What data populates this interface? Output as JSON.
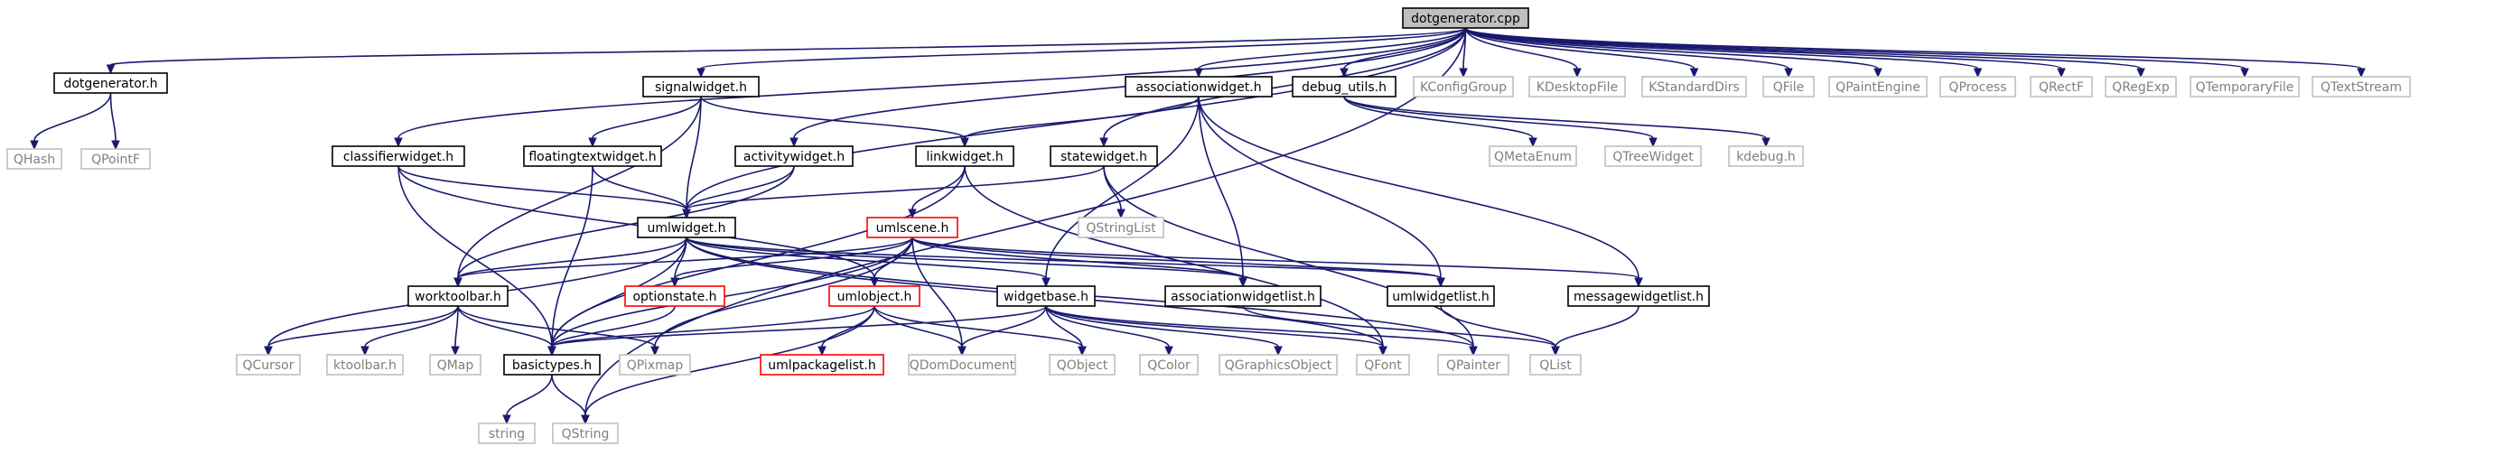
{
  "colors": {
    "edge": "#191970",
    "root_fill": "#bfbfbf",
    "node_border": "#000000",
    "external_border": "#bfbfbf",
    "truncated_border": "#ff0000",
    "external_text": "#808080",
    "node_text": "#000000"
  },
  "nodes": [
    {
      "id": "dotgenerator_cpp",
      "label": "dotgenerator.cpp",
      "kind": "root"
    },
    {
      "id": "dotgenerator_h",
      "label": "dotgenerator.h",
      "kind": "internal"
    },
    {
      "id": "signalwidget_h",
      "label": "signalwidget.h",
      "kind": "internal"
    },
    {
      "id": "associationwidget_h",
      "label": "associationwidget.h",
      "kind": "internal"
    },
    {
      "id": "debug_utils_h",
      "label": "debug_utils.h",
      "kind": "internal"
    },
    {
      "id": "KConfigGroup",
      "label": "KConfigGroup",
      "kind": "external"
    },
    {
      "id": "KDesktopFile",
      "label": "KDesktopFile",
      "kind": "external"
    },
    {
      "id": "KStandardDirs",
      "label": "KStandardDirs",
      "kind": "external"
    },
    {
      "id": "QFile",
      "label": "QFile",
      "kind": "external"
    },
    {
      "id": "QPaintEngine",
      "label": "QPaintEngine",
      "kind": "external"
    },
    {
      "id": "QProcess",
      "label": "QProcess",
      "kind": "external"
    },
    {
      "id": "QRectF",
      "label": "QRectF",
      "kind": "external"
    },
    {
      "id": "QRegExp",
      "label": "QRegExp",
      "kind": "external"
    },
    {
      "id": "QTemporaryFile",
      "label": "QTemporaryFile",
      "kind": "external"
    },
    {
      "id": "QTextStream",
      "label": "QTextStream",
      "kind": "external"
    },
    {
      "id": "QHash",
      "label": "QHash",
      "kind": "external"
    },
    {
      "id": "QPointF",
      "label": "QPointF",
      "kind": "external"
    },
    {
      "id": "classifierwidget_h",
      "label": "classifierwidget.h",
      "kind": "internal"
    },
    {
      "id": "floatingtextwidget_h",
      "label": "floatingtextwidget.h",
      "kind": "internal"
    },
    {
      "id": "activitywidget_h",
      "label": "activitywidget.h",
      "kind": "internal"
    },
    {
      "id": "linkwidget_h",
      "label": "linkwidget.h",
      "kind": "internal"
    },
    {
      "id": "statewidget_h",
      "label": "statewidget.h",
      "kind": "internal"
    },
    {
      "id": "QMetaEnum",
      "label": "QMetaEnum",
      "kind": "external"
    },
    {
      "id": "QTreeWidget",
      "label": "QTreeWidget",
      "kind": "external"
    },
    {
      "id": "kdebug_h",
      "label": "kdebug.h",
      "kind": "external"
    },
    {
      "id": "umlscene_h",
      "label": "umlscene.h",
      "kind": "truncated"
    },
    {
      "id": "QStringList",
      "label": "QStringList",
      "kind": "external"
    },
    {
      "id": "umlwidget_h",
      "label": "umlwidget.h",
      "kind": "internal"
    },
    {
      "id": "worktoolbar_h",
      "label": "worktoolbar.h",
      "kind": "internal"
    },
    {
      "id": "optionstate_h",
      "label": "optionstate.h",
      "kind": "truncated"
    },
    {
      "id": "umlobject_h",
      "label": "umlobject.h",
      "kind": "truncated"
    },
    {
      "id": "widgetbase_h",
      "label": "widgetbase.h",
      "kind": "internal"
    },
    {
      "id": "associationwidgetlist_h",
      "label": "associationwidgetlist.h",
      "kind": "internal"
    },
    {
      "id": "umlwidgetlist_h",
      "label": "umlwidgetlist.h",
      "kind": "internal"
    },
    {
      "id": "messagewidgetlist_h",
      "label": "messagewidgetlist.h",
      "kind": "internal"
    },
    {
      "id": "QCursor",
      "label": "QCursor",
      "kind": "external"
    },
    {
      "id": "ktoolbar_h",
      "label": "ktoolbar.h",
      "kind": "external"
    },
    {
      "id": "QMap",
      "label": "QMap",
      "kind": "external"
    },
    {
      "id": "basictypes_h",
      "label": "basictypes.h",
      "kind": "internal"
    },
    {
      "id": "QPixmap",
      "label": "QPixmap",
      "kind": "external"
    },
    {
      "id": "umlpackagelist_h",
      "label": "umlpackagelist.h",
      "kind": "truncated"
    },
    {
      "id": "QDomDocument",
      "label": "QDomDocument",
      "kind": "external"
    },
    {
      "id": "QObject",
      "label": "QObject",
      "kind": "external"
    },
    {
      "id": "QColor",
      "label": "QColor",
      "kind": "external"
    },
    {
      "id": "QGraphicsObject",
      "label": "QGraphicsObject",
      "kind": "external"
    },
    {
      "id": "QFont",
      "label": "QFont",
      "kind": "external"
    },
    {
      "id": "QPainter",
      "label": "QPainter",
      "kind": "external"
    },
    {
      "id": "QList",
      "label": "QList",
      "kind": "external"
    },
    {
      "id": "string",
      "label": "string",
      "kind": "external"
    },
    {
      "id": "QString",
      "label": "QString",
      "kind": "external"
    }
  ],
  "edges": [
    [
      "dotgenerator_cpp",
      "dotgenerator_h"
    ],
    [
      "dotgenerator_cpp",
      "signalwidget_h"
    ],
    [
      "dotgenerator_cpp",
      "associationwidget_h"
    ],
    [
      "dotgenerator_cpp",
      "debug_utils_h"
    ],
    [
      "dotgenerator_cpp",
      "KConfigGroup"
    ],
    [
      "dotgenerator_cpp",
      "KDesktopFile"
    ],
    [
      "dotgenerator_cpp",
      "KStandardDirs"
    ],
    [
      "dotgenerator_cpp",
      "QFile"
    ],
    [
      "dotgenerator_cpp",
      "QPaintEngine"
    ],
    [
      "dotgenerator_cpp",
      "QProcess"
    ],
    [
      "dotgenerator_cpp",
      "QRectF"
    ],
    [
      "dotgenerator_cpp",
      "QRegExp"
    ],
    [
      "dotgenerator_cpp",
      "QTemporaryFile"
    ],
    [
      "dotgenerator_cpp",
      "QTextStream"
    ],
    [
      "dotgenerator_cpp",
      "classifierwidget_h"
    ],
    [
      "dotgenerator_cpp",
      "activitywidget_h"
    ],
    [
      "dotgenerator_cpp",
      "statewidget_h"
    ],
    [
      "dotgenerator_cpp",
      "umlwidget_h"
    ],
    [
      "dotgenerator_cpp",
      "QString"
    ],
    [
      "dotgenerator_h",
      "QHash"
    ],
    [
      "dotgenerator_h",
      "QPointF"
    ],
    [
      "signalwidget_h",
      "floatingtextwidget_h"
    ],
    [
      "signalwidget_h",
      "linkwidget_h"
    ],
    [
      "signalwidget_h",
      "umlwidget_h"
    ],
    [
      "signalwidget_h",
      "worktoolbar_h"
    ],
    [
      "associationwidget_h",
      "linkwidget_h"
    ],
    [
      "associationwidget_h",
      "widgetbase_h"
    ],
    [
      "associationwidget_h",
      "associationwidgetlist_h"
    ],
    [
      "associationwidget_h",
      "umlwidgetlist_h"
    ],
    [
      "associationwidget_h",
      "messagewidgetlist_h"
    ],
    [
      "debug_utils_h",
      "QMetaEnum"
    ],
    [
      "debug_utils_h",
      "QTreeWidget"
    ],
    [
      "debug_utils_h",
      "kdebug_h"
    ],
    [
      "classifierwidget_h",
      "umlwidget_h"
    ],
    [
      "classifierwidget_h",
      "basictypes_h"
    ],
    [
      "classifierwidget_h",
      "umlobject_h"
    ],
    [
      "floatingtextwidget_h",
      "umlwidget_h"
    ],
    [
      "floatingtextwidget_h",
      "basictypes_h"
    ],
    [
      "activitywidget_h",
      "umlwidget_h"
    ],
    [
      "activitywidget_h",
      "worktoolbar_h"
    ],
    [
      "linkwidget_h",
      "umlscene_h"
    ],
    [
      "linkwidget_h",
      "QFont"
    ],
    [
      "linkwidget_h",
      "basictypes_h"
    ],
    [
      "statewidget_h",
      "umlwidget_h"
    ],
    [
      "statewidget_h",
      "QStringList"
    ],
    [
      "statewidget_h",
      "QPainter"
    ],
    [
      "umlscene_h",
      "worktoolbar_h"
    ],
    [
      "umlscene_h",
      "optionstate_h"
    ],
    [
      "umlscene_h",
      "umlobject_h"
    ],
    [
      "umlscene_h",
      "associationwidgetlist_h"
    ],
    [
      "umlscene_h",
      "umlwidgetlist_h"
    ],
    [
      "umlscene_h",
      "messagewidgetlist_h"
    ],
    [
      "umlscene_h",
      "basictypes_h"
    ],
    [
      "umlscene_h",
      "QPixmap"
    ],
    [
      "umlscene_h",
      "QDomDocument"
    ],
    [
      "umlwidget_h",
      "QCursor"
    ],
    [
      "umlwidget_h",
      "worktoolbar_h"
    ],
    [
      "umlwidget_h",
      "optionstate_h"
    ],
    [
      "umlwidget_h",
      "widgetbase_h"
    ],
    [
      "umlwidget_h",
      "associationwidgetlist_h"
    ],
    [
      "umlwidget_h",
      "umlwidgetlist_h"
    ],
    [
      "umlwidget_h",
      "basictypes_h"
    ],
    [
      "umlwidget_h",
      "QFont"
    ],
    [
      "umlwidget_h",
      "QPainter"
    ],
    [
      "worktoolbar_h",
      "QCursor"
    ],
    [
      "worktoolbar_h",
      "ktoolbar_h"
    ],
    [
      "worktoolbar_h",
      "QMap"
    ],
    [
      "worktoolbar_h",
      "basictypes_h"
    ],
    [
      "worktoolbar_h",
      "QPixmap"
    ],
    [
      "optionstate_h",
      "basictypes_h"
    ],
    [
      "umlobject_h",
      "basictypes_h"
    ],
    [
      "umlobject_h",
      "umlpackagelist_h"
    ],
    [
      "umlobject_h",
      "QDomDocument"
    ],
    [
      "umlobject_h",
      "QObject"
    ],
    [
      "umlobject_h",
      "QString"
    ],
    [
      "widgetbase_h",
      "basictypes_h"
    ],
    [
      "widgetbase_h",
      "QDomDocument"
    ],
    [
      "widgetbase_h",
      "QObject"
    ],
    [
      "widgetbase_h",
      "QColor"
    ],
    [
      "widgetbase_h",
      "QGraphicsObject"
    ],
    [
      "widgetbase_h",
      "QFont"
    ],
    [
      "widgetbase_h",
      "QPainter"
    ],
    [
      "associationwidgetlist_h",
      "QList"
    ],
    [
      "umlwidgetlist_h",
      "QList"
    ],
    [
      "messagewidgetlist_h",
      "QList"
    ],
    [
      "basictypes_h",
      "string"
    ],
    [
      "basictypes_h",
      "QString"
    ]
  ]
}
